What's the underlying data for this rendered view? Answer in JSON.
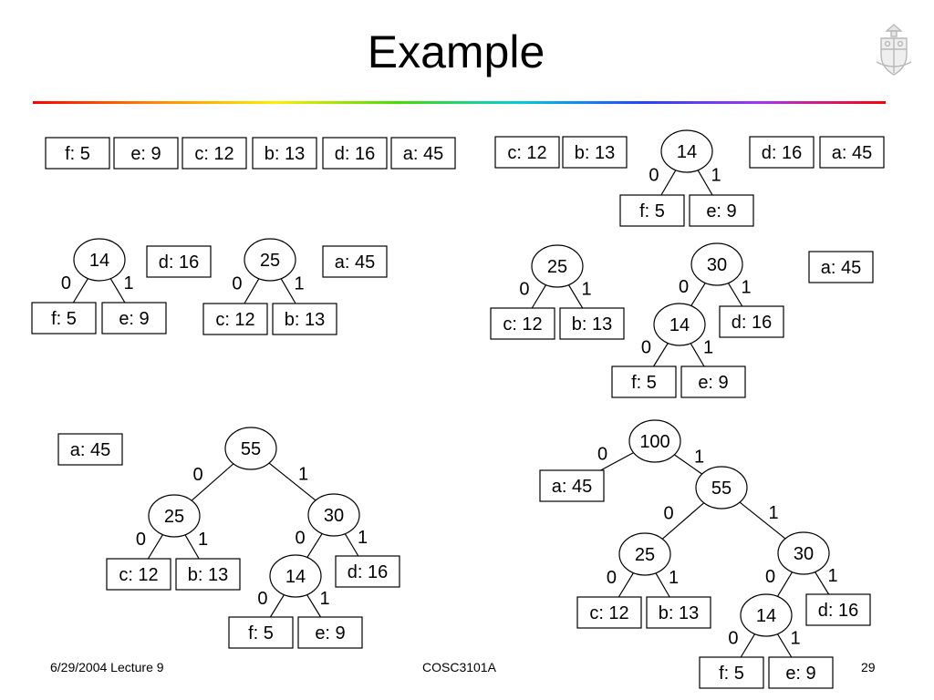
{
  "slide": {
    "title": "Example",
    "footer_left": "6/29/2004 Lecture 9",
    "footer_center": "COSC3101A",
    "footer_right": "29"
  },
  "colors": {
    "text": "#000000",
    "node_stroke": "#000000",
    "node_fill": "#ffffff",
    "rule_gradient": [
      "#ff0000",
      "#ff8800",
      "#ffee00",
      "#44dd00",
      "#00ccdd",
      "#2244ff",
      "#aa33ee",
      "#ff0000"
    ]
  },
  "diagrams": [
    {
      "id": "step1",
      "nodes": [
        {
          "id": "f",
          "label": "f: 5",
          "kind": "leaf"
        },
        {
          "id": "e",
          "label": "e: 9",
          "kind": "leaf"
        },
        {
          "id": "c",
          "label": "c: 12",
          "kind": "leaf"
        },
        {
          "id": "b",
          "label": "b: 13",
          "kind": "leaf"
        },
        {
          "id": "d",
          "label": "d: 16",
          "kind": "leaf"
        },
        {
          "id": "a",
          "label": "a: 45",
          "kind": "leaf"
        }
      ],
      "edges": []
    },
    {
      "id": "step2",
      "nodes": [
        {
          "id": "c",
          "label": "c: 12",
          "kind": "leaf"
        },
        {
          "id": "b",
          "label": "b: 13",
          "kind": "leaf"
        },
        {
          "id": "n14",
          "label": "14",
          "kind": "internal"
        },
        {
          "id": "d",
          "label": "d: 16",
          "kind": "leaf"
        },
        {
          "id": "a",
          "label": "a: 45",
          "kind": "leaf"
        },
        {
          "id": "f",
          "label": "f: 5",
          "kind": "leaf"
        },
        {
          "id": "e",
          "label": "e: 9",
          "kind": "leaf"
        }
      ],
      "edges": [
        {
          "from": "n14",
          "to": "f",
          "bit": "0"
        },
        {
          "from": "n14",
          "to": "e",
          "bit": "1"
        }
      ]
    },
    {
      "id": "step3",
      "nodes": [
        {
          "id": "n14",
          "label": "14",
          "kind": "internal"
        },
        {
          "id": "d",
          "label": "d: 16",
          "kind": "leaf"
        },
        {
          "id": "n25",
          "label": "25",
          "kind": "internal"
        },
        {
          "id": "a",
          "label": "a: 45",
          "kind": "leaf"
        },
        {
          "id": "f",
          "label": "f: 5",
          "kind": "leaf"
        },
        {
          "id": "e",
          "label": "e: 9",
          "kind": "leaf"
        },
        {
          "id": "c",
          "label": "c: 12",
          "kind": "leaf"
        },
        {
          "id": "b",
          "label": "b: 13",
          "kind": "leaf"
        }
      ],
      "edges": [
        {
          "from": "n14",
          "to": "f",
          "bit": "0"
        },
        {
          "from": "n14",
          "to": "e",
          "bit": "1"
        },
        {
          "from": "n25",
          "to": "c",
          "bit": "0"
        },
        {
          "from": "n25",
          "to": "b",
          "bit": "1"
        }
      ]
    },
    {
      "id": "step4",
      "nodes": [
        {
          "id": "n25",
          "label": "25",
          "kind": "internal"
        },
        {
          "id": "n30",
          "label": "30",
          "kind": "internal"
        },
        {
          "id": "a",
          "label": "a: 45",
          "kind": "leaf"
        },
        {
          "id": "c",
          "label": "c: 12",
          "kind": "leaf"
        },
        {
          "id": "b",
          "label": "b: 13",
          "kind": "leaf"
        },
        {
          "id": "n14",
          "label": "14",
          "kind": "internal"
        },
        {
          "id": "d",
          "label": "d: 16",
          "kind": "leaf"
        },
        {
          "id": "f",
          "label": "f: 5",
          "kind": "leaf"
        },
        {
          "id": "e",
          "label": "e: 9",
          "kind": "leaf"
        }
      ],
      "edges": [
        {
          "from": "n25",
          "to": "c",
          "bit": "0"
        },
        {
          "from": "n25",
          "to": "b",
          "bit": "1"
        },
        {
          "from": "n30",
          "to": "n14",
          "bit": "0"
        },
        {
          "from": "n30",
          "to": "d",
          "bit": "1"
        },
        {
          "from": "n14",
          "to": "f",
          "bit": "0"
        },
        {
          "from": "n14",
          "to": "e",
          "bit": "1"
        }
      ]
    },
    {
      "id": "step5",
      "nodes": [
        {
          "id": "a",
          "label": "a: 45",
          "kind": "leaf"
        },
        {
          "id": "n55",
          "label": "55",
          "kind": "internal"
        },
        {
          "id": "n25",
          "label": "25",
          "kind": "internal"
        },
        {
          "id": "n30",
          "label": "30",
          "kind": "internal"
        },
        {
          "id": "c",
          "label": "c: 12",
          "kind": "leaf"
        },
        {
          "id": "b",
          "label": "b: 13",
          "kind": "leaf"
        },
        {
          "id": "n14",
          "label": "14",
          "kind": "internal"
        },
        {
          "id": "d",
          "label": "d: 16",
          "kind": "leaf"
        },
        {
          "id": "f",
          "label": "f: 5",
          "kind": "leaf"
        },
        {
          "id": "e",
          "label": "e: 9",
          "kind": "leaf"
        }
      ],
      "edges": [
        {
          "from": "n55",
          "to": "n25",
          "bit": "0"
        },
        {
          "from": "n55",
          "to": "n30",
          "bit": "1"
        },
        {
          "from": "n25",
          "to": "c",
          "bit": "0"
        },
        {
          "from": "n25",
          "to": "b",
          "bit": "1"
        },
        {
          "from": "n30",
          "to": "n14",
          "bit": "0"
        },
        {
          "from": "n30",
          "to": "d",
          "bit": "1"
        },
        {
          "from": "n14",
          "to": "f",
          "bit": "0"
        },
        {
          "from": "n14",
          "to": "e",
          "bit": "1"
        }
      ]
    },
    {
      "id": "step6",
      "nodes": [
        {
          "id": "n100",
          "label": "100",
          "kind": "internal"
        },
        {
          "id": "a",
          "label": "a: 45",
          "kind": "leaf"
        },
        {
          "id": "n55",
          "label": "55",
          "kind": "internal"
        },
        {
          "id": "n25",
          "label": "25",
          "kind": "internal"
        },
        {
          "id": "n30",
          "label": "30",
          "kind": "internal"
        },
        {
          "id": "c",
          "label": "c: 12",
          "kind": "leaf"
        },
        {
          "id": "b",
          "label": "b: 13",
          "kind": "leaf"
        },
        {
          "id": "n14",
          "label": "14",
          "kind": "internal"
        },
        {
          "id": "d",
          "label": "d: 16",
          "kind": "leaf"
        },
        {
          "id": "f",
          "label": "f: 5",
          "kind": "leaf"
        },
        {
          "id": "e",
          "label": "e: 9",
          "kind": "leaf"
        }
      ],
      "edges": [
        {
          "from": "n100",
          "to": "a",
          "bit": "0"
        },
        {
          "from": "n100",
          "to": "n55",
          "bit": "1"
        },
        {
          "from": "n55",
          "to": "n25",
          "bit": "0"
        },
        {
          "from": "n55",
          "to": "n30",
          "bit": "1"
        },
        {
          "from": "n25",
          "to": "c",
          "bit": "0"
        },
        {
          "from": "n25",
          "to": "b",
          "bit": "1"
        },
        {
          "from": "n30",
          "to": "n14",
          "bit": "0"
        },
        {
          "from": "n30",
          "to": "d",
          "bit": "1"
        },
        {
          "from": "n14",
          "to": "f",
          "bit": "0"
        },
        {
          "from": "n14",
          "to": "e",
          "bit": "1"
        }
      ]
    }
  ]
}
